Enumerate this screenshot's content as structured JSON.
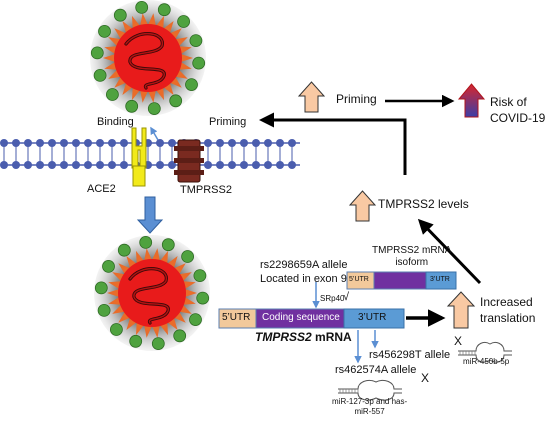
{
  "labels": {
    "binding": "Binding",
    "priming_membrane": "Priming",
    "ace2": "ACE2",
    "tmprss2": "TMPRSS2",
    "priming_top": "Priming",
    "risk": "Risk of\nCOVID-19",
    "tmprss2_levels": "TMPRSS2 levels",
    "isoform_title": "TMPRSS2 mRNA\nisoform",
    "rs2298659_line1": "rs2298659A allele",
    "rs2298659_line2": "Located in exon 9",
    "srp40": "SRp40",
    "srp40_mark": "√",
    "mrna_5utr": "5’UTR",
    "mrna_coding": "Coding sequence",
    "mrna_3utr": "3’UTR",
    "mrna_title_italic": "TMPRSS2",
    "mrna_title_rest": " mRNA",
    "iso_5utr": "5’UTR",
    "iso_3utr": "3’UTR",
    "increased_translation": "Increased\ntranslation",
    "rs456298": "rs456298T allele",
    "rs462574": "rs462574A allele",
    "x_mark_1": "X",
    "x_mark_2": "X",
    "mir450": "miR-450b-5p",
    "mir127": "miR-127-3p and has-\nmiR-557"
  },
  "colors": {
    "virus_core": "#e81b1b",
    "virus_halo": "#7f7f7f",
    "virus_spike": "#e96c2a",
    "virus_bead": "#4fa23f",
    "membrane_bead": "#4a5dae",
    "ace2": "#f2ea1a",
    "tmprss2": "#7a2a20",
    "blue_arrow": "#5b8fd3",
    "peach_arrow": "#f9c9a3",
    "utr_tan": "#f2c99b",
    "coding_purple": "#7030a0",
    "utr3_blue": "#5b9bd5"
  }
}
